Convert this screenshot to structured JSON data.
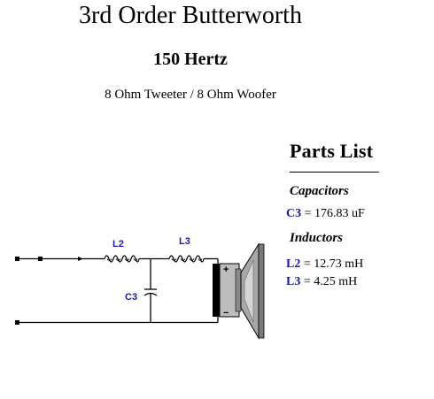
{
  "header": {
    "title": "3rd Order Butterworth",
    "frequency": "150 Hertz",
    "subtitle": "8 Ohm Tweeter / 8 Ohm Woofer"
  },
  "parts_list": {
    "title": "Parts List",
    "capacitors_heading": "Capacitors",
    "inductors_heading": "Inductors",
    "capacitors": [
      {
        "id": "C3",
        "value": " = 176.83 uF"
      }
    ],
    "inductors": [
      {
        "id": "L2",
        "value": " = 12.73 mH"
      },
      {
        "id": "L3",
        "value": " = 4.25 mH"
      }
    ]
  },
  "circuit": {
    "labels": {
      "l2": "L2",
      "l3": "L3",
      "c3": "C3"
    },
    "speaker_plus": "+",
    "speaker_minus": "−",
    "label_color": "#1a1aa8"
  }
}
